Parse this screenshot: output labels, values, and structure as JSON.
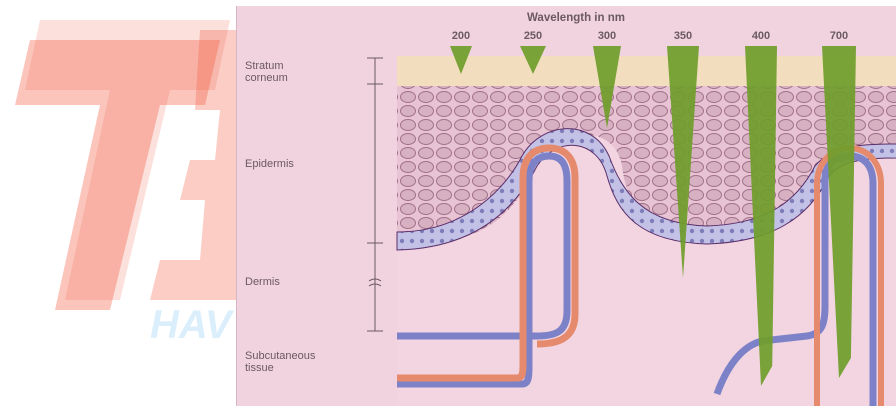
{
  "watermark": {
    "brand_text": "TE",
    "tagline_text": "HAV",
    "brand_color": "#f35a3e",
    "tagline_color": "#3aa7ee"
  },
  "diagram": {
    "title": "Wavelength in nm",
    "wavelengths": [
      "200",
      "250",
      "300",
      "350",
      "400",
      "700"
    ],
    "penetration": [
      {
        "wavelength": "200",
        "layer": "Stratum corneum"
      },
      {
        "wavelength": "250",
        "layer": "Stratum corneum"
      },
      {
        "wavelength": "300",
        "layer": "Epidermis"
      },
      {
        "wavelength": "350",
        "layer": "Dermis"
      },
      {
        "wavelength": "400",
        "layer": "Subcutaneous tissue"
      },
      {
        "wavelength": "700",
        "layer": "Subcutaneous tissue"
      }
    ],
    "layers": {
      "stratum_corneum": "Stratum\ncorneum",
      "epidermis": "Epidermis",
      "dermis": "Dermis",
      "subcutaneous": "Subcutaneous\ntissue"
    },
    "colors": {
      "background": "#f1d2df",
      "stratum_corneum": "#f3ddbf",
      "cells": "#c9a0b4",
      "basal_layer": "#a7a5d6",
      "light_beam": "#6f9d2a",
      "artery": "#e58a6c",
      "vein": "#7d82c8"
    }
  }
}
